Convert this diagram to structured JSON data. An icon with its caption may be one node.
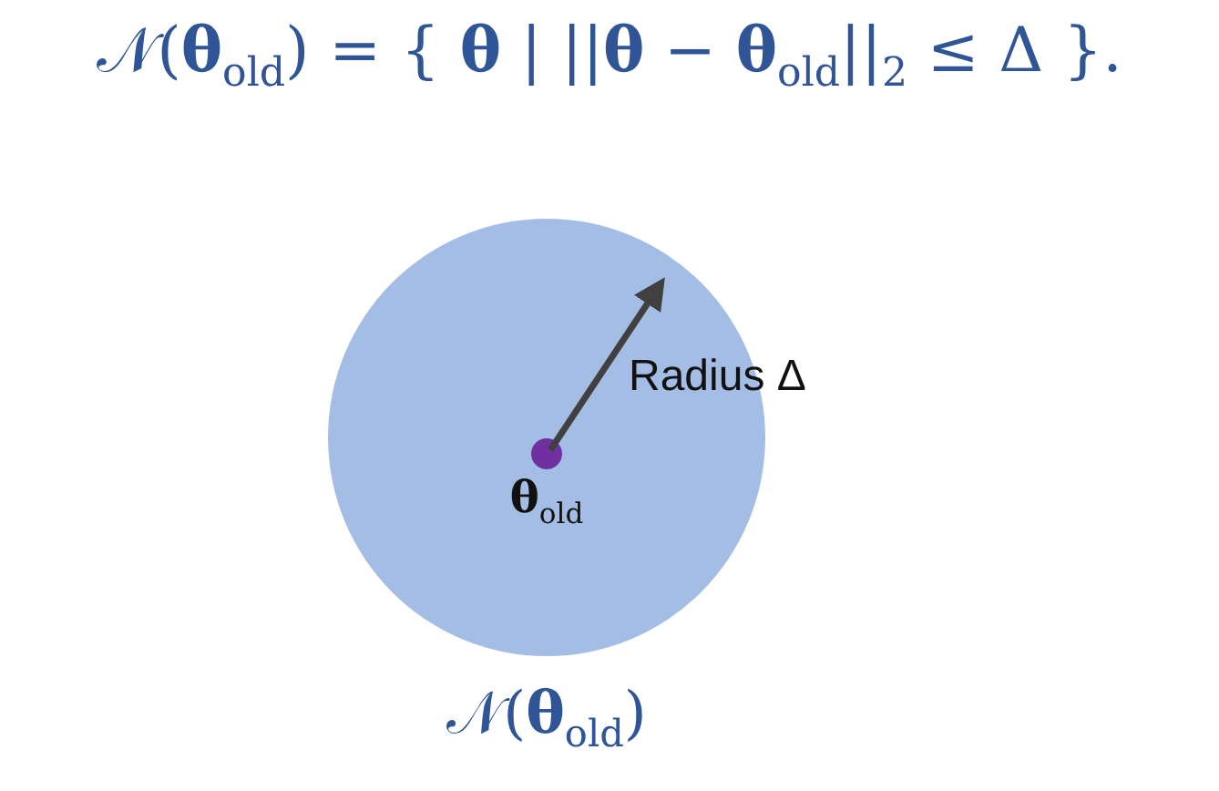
{
  "diagram": {
    "title": "𝒩(**θ**$_{old}$) = { **θ** | ||**θ** − **θ**$_{old}$||$_{2}$ ≤ Δ }.",
    "nodes": [
      {
        "text": [
          "𝒩(**θ**$_{old}$)"
        ]
      },
      {
        "text": [
          "**θ**$_{old}$"
        ],
        "in": 0
      }
    ],
    "edges": [
      {
        "from": 1,
        "to": 0,
        "arrow": "to",
        "label": "Radius Δ"
      }
    ]
  }
}
